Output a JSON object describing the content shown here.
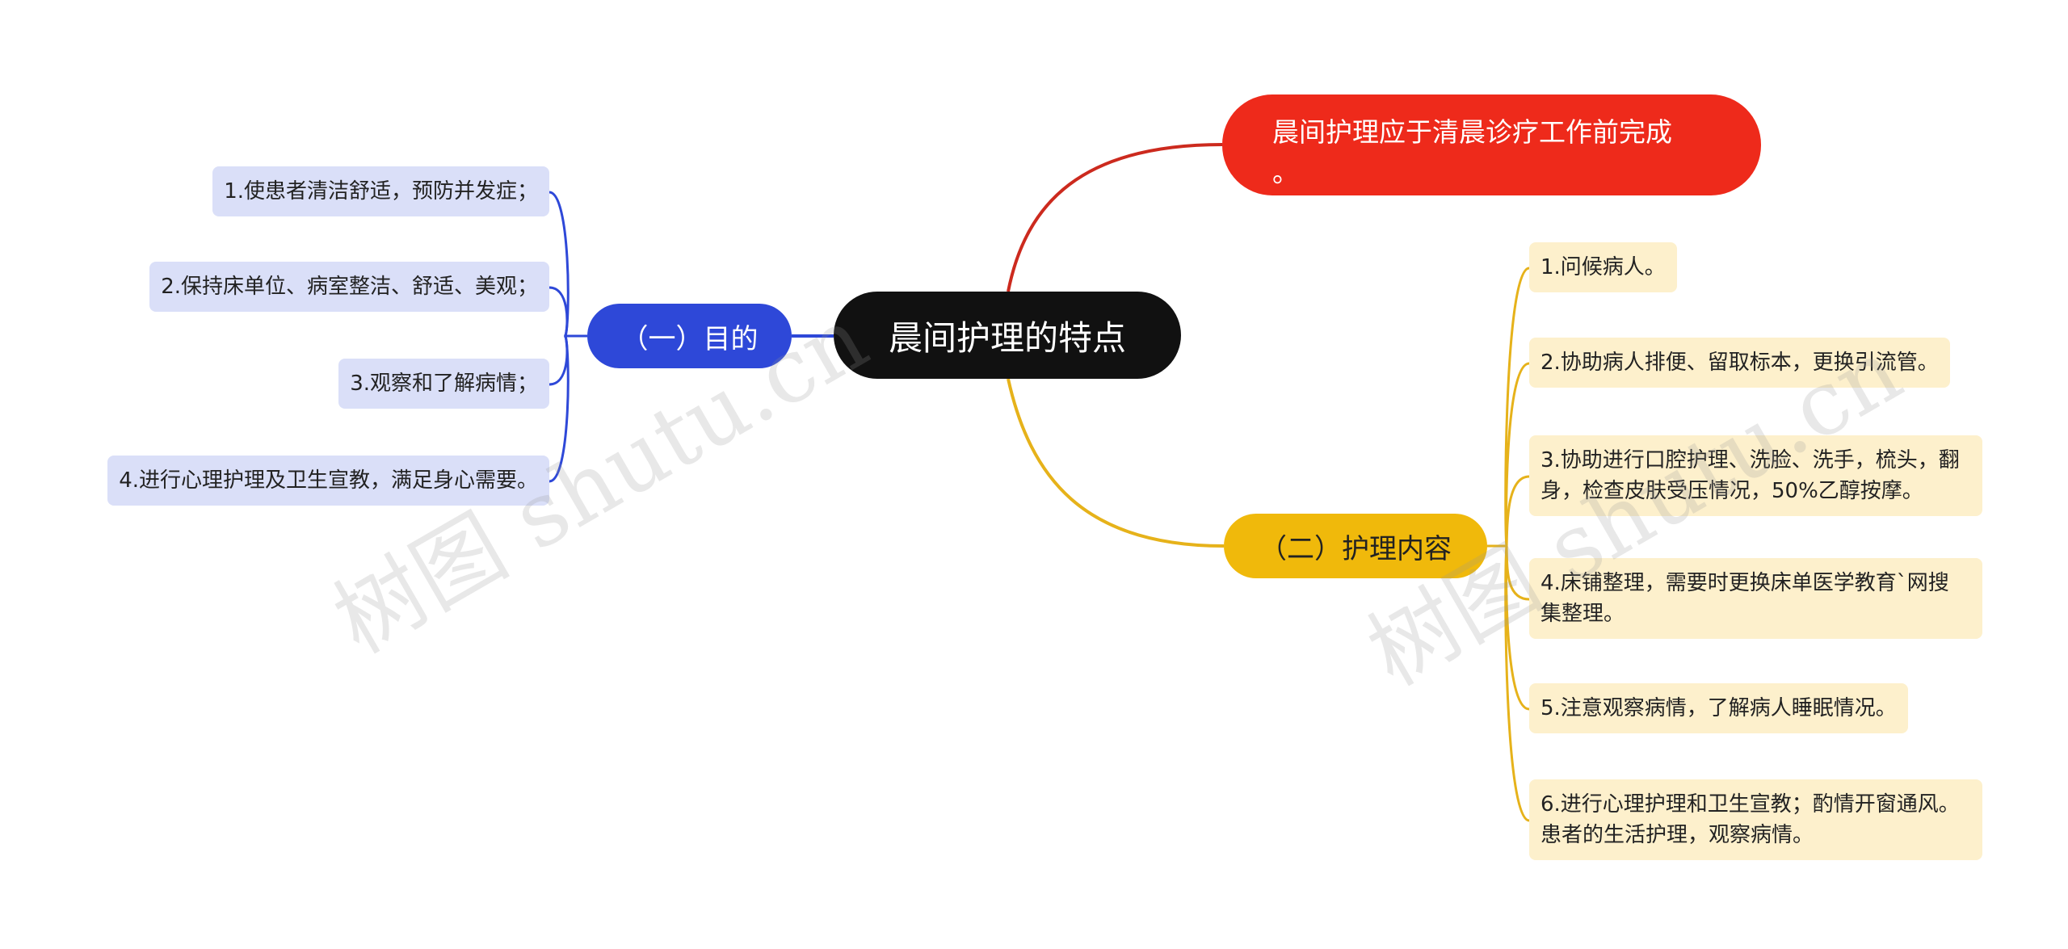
{
  "center": {
    "label": "晨间护理的特点"
  },
  "note": {
    "lines": [
      "晨间护理应于清晨诊疗工作前完成",
      "。"
    ]
  },
  "purpose": {
    "label": "（一）目的",
    "items": [
      "1.使患者清洁舒适，预防并发症；",
      "2.保持床单位、病室整洁、舒适、美观；",
      "3.观察和了解病情；",
      "4.进行心理护理及卫生宣教，满足身心需要。"
    ]
  },
  "content": {
    "label": "（二）护理内容",
    "items": [
      {
        "lines": [
          "1.问候病人。"
        ]
      },
      {
        "lines": [
          "2.协助病人排便、留取标本，更换引流管。"
        ]
      },
      {
        "lines": [
          "3.协助进行口腔护理、洗脸、洗手，梳头，翻",
          "身，检查皮肤受压情况，50%乙醇按摩。"
        ]
      },
      {
        "lines": [
          "4.床铺整理，需要时更换床单医学教育`网搜",
          "集整理。"
        ]
      },
      {
        "lines": [
          "5.注意观察病情，了解病人睡眠情况。"
        ]
      },
      {
        "lines": [
          "6.进行心理护理和卫生宣教；酌情开窗通风。",
          "患者的生活护理，观察病情。"
        ]
      }
    ]
  },
  "watermarks": [
    "树图 shutu.cn",
    "树图 shutu.cn"
  ],
  "colors": {
    "center": "#111111",
    "purpose": "#2e48d8",
    "content": "#f0b90b",
    "note": "#ee2a1b",
    "leaf_blue": "#dadff8",
    "leaf_yellow": "#fdf0cc"
  }
}
